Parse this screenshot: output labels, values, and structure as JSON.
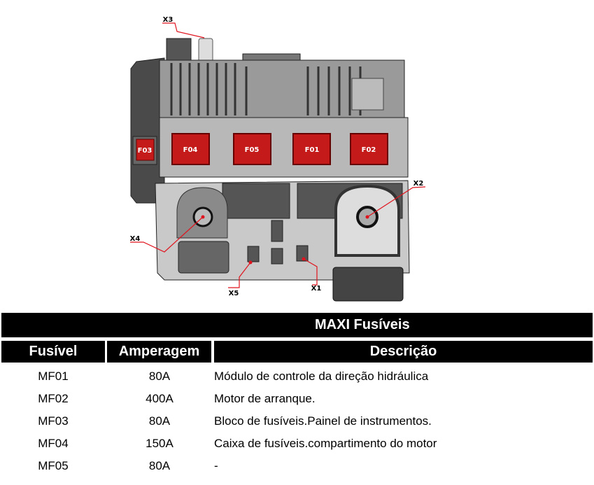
{
  "diagram": {
    "fuses": [
      "F03",
      "F04",
      "F05",
      "F01",
      "F02"
    ],
    "callouts": {
      "x1": "X1",
      "x2": "X2",
      "x3": "X3",
      "x4": "X4",
      "x5": "X5"
    },
    "colors": {
      "fuse_red": "#c41a1a",
      "callout_red": "#e0141e",
      "body_dark": "#4a4a4a",
      "body_light": "#c8c8c8"
    }
  },
  "table": {
    "title": "MAXI Fusíveis",
    "headers": [
      "Fusível",
      "Amperagem",
      "Descrição"
    ],
    "rows": [
      {
        "fuse": "MF01",
        "amp": "80A",
        "desc": "Módulo de controle da direção hidráulica"
      },
      {
        "fuse": "MF02",
        "amp": "400A",
        "desc": "Motor de arranque."
      },
      {
        "fuse": "MF03",
        "amp": "80A",
        "desc": "Bloco de fusíveis.Painel de instrumentos."
      },
      {
        "fuse": "MF04",
        "amp": "150A",
        "desc": "Caixa de fusíveis.compartimento do motor"
      },
      {
        "fuse": "MF05",
        "amp": "80A",
        "desc": "-"
      }
    ]
  }
}
